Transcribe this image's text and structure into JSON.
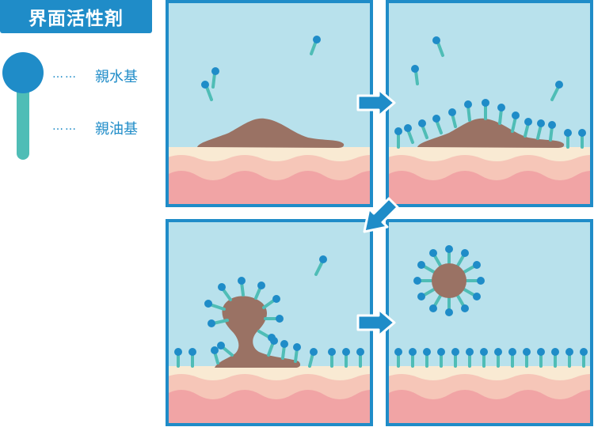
{
  "title": "界面活性剤",
  "legend": {
    "hydrophilic": "親水基",
    "lipophilic": "親油基",
    "dots": "……"
  },
  "colors": {
    "frame": "#1f8cc8",
    "water": "#b8e1ec",
    "dirt": "#9a7264",
    "skin_top": "#f9ead3",
    "skin_mid": "#f6c6b8",
    "skin_deep": "#f1a4a5",
    "head": "#1f8cc8",
    "tail": "#4fbdb6"
  }
}
